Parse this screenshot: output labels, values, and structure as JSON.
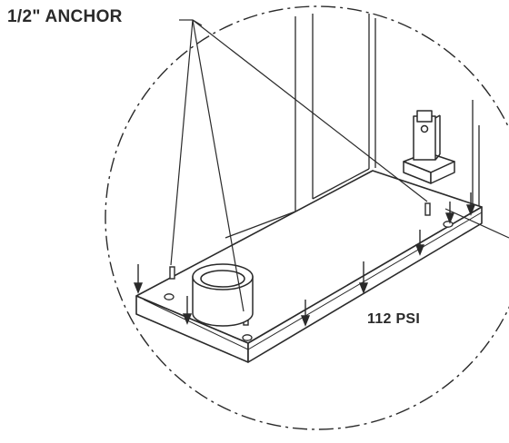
{
  "callouts": {
    "anchor": "1/2\" ANCHOR",
    "pressure": "112 PSI"
  },
  "icons": {
    "detail_boundary": "dash-dot-circle",
    "arrows": "down-arrow",
    "anchors": "anchor-bolt",
    "sleeve": "pipe-sleeve",
    "fitting": "post-base-fitting"
  },
  "colors": {
    "line": "#2a2a2a",
    "background": "#ffffff"
  }
}
